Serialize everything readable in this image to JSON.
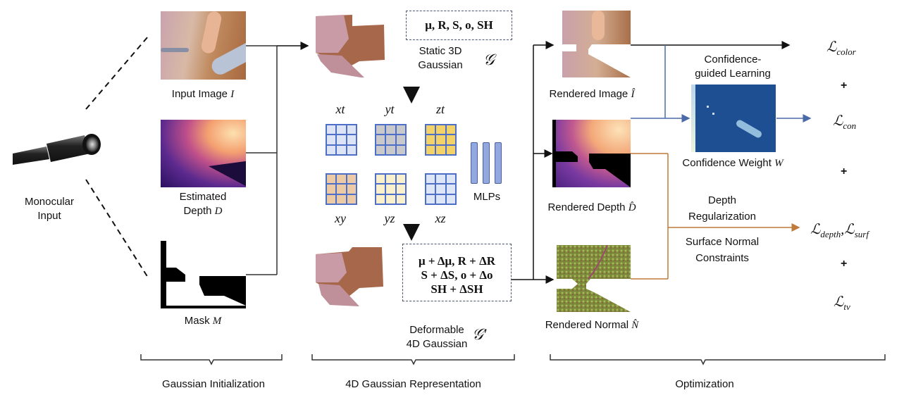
{
  "figure": {
    "monocular_input": {
      "label_line1": "Monocular",
      "label_line2": "Input",
      "icon": "endoscope-camera-icon"
    },
    "gaussian_initialization": {
      "section_label": "Gaussian Initialization",
      "input_image": {
        "label": "Input Image",
        "symbol": "I"
      },
      "estimated_depth": {
        "label_line1": "Estimated",
        "label_line2": "Depth",
        "symbol": "D"
      },
      "mask": {
        "label": "Mask",
        "symbol": "M"
      }
    },
    "gaussian_representation": {
      "section_label": "4D Gaussian Representation",
      "static_gaussian": {
        "params": "μ, R, S, o, SH",
        "label_line1": "Static 3D",
        "label_line2": "Gaussian",
        "symbol": "𝒢"
      },
      "planes": {
        "top": [
          "xt",
          "yt",
          "zt"
        ],
        "bottom": [
          "xy",
          "yz",
          "xz"
        ],
        "colors": {
          "xt": "#dde4f6",
          "yt": "#c9c9cc",
          "zt": "#f4d26a",
          "xy": "#eccaa6",
          "yz": "#fbf0cc",
          "xz": "#dde6f6"
        }
      },
      "mlp_label": "MLPs",
      "deformable_gaussian": {
        "params_line1": "μ +  Δμ, R + ΔR",
        "params_line2": "S + ΔS, o + Δo",
        "params_line3": "SH + ΔSH",
        "label_line1": "Deformable",
        "label_line2": "4D Gaussian",
        "symbol": "𝒢′"
      }
    },
    "optimization": {
      "section_label": "Optimization",
      "rendered_image": {
        "label": "Rendered Image",
        "symbol": "Î"
      },
      "rendered_depth": {
        "label": "Rendered Depth",
        "symbol": "D̂"
      },
      "rendered_normal": {
        "label": "Rendered Normal",
        "symbol": "N̂"
      },
      "confidence": {
        "title_line1": "Confidence-",
        "title_line2": "guided Learning",
        "weight_label": "Confidence Weight",
        "weight_symbol": "W"
      },
      "depth_reg": {
        "line1": "Depth",
        "line2": "Regularization",
        "line3": "Surface Normal",
        "line4": "Constraints"
      },
      "losses": {
        "color": {
          "L": "ℒ",
          "sub": "color"
        },
        "con": {
          "L": "ℒ",
          "sub": "con"
        },
        "depth": {
          "L": "ℒ",
          "sub": "depth"
        },
        "surf": {
          "L": "ℒ",
          "sub": "surf"
        },
        "tv": {
          "L": "ℒ",
          "sub": "tv"
        },
        "plus": "+",
        "comma": ","
      }
    },
    "colors": {
      "black_arrow": "#111111",
      "blue_arrow": "#4a6aa8",
      "orange_arrow": "#c07a3a",
      "dash_box": "#4a5570"
    }
  }
}
